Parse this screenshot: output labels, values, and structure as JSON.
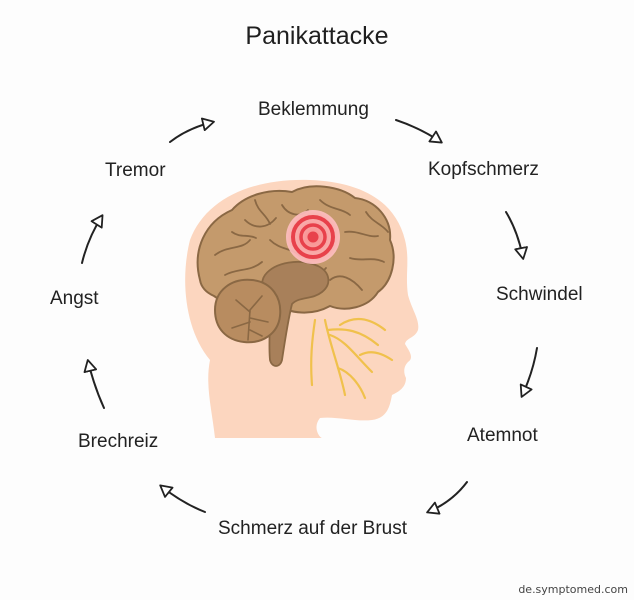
{
  "title": "Panikattacke",
  "symptoms": [
    "Beklemmung",
    "Kopfschmerz",
    "Schwindel",
    "Atemnot",
    "Schmerz auf der Brust",
    "Brechreiz",
    "Angst",
    "Tremor"
  ],
  "watermark": "de.symptomed.com",
  "colors": {
    "skin": "#fcd6bf",
    "brain": "#c49a6c",
    "brain_dark": "#8a6844",
    "pain_ring": "#e8414b",
    "nerves": "#f0c14c",
    "arrow": "#222222"
  },
  "icons": {
    "cycle_arrow": "arrow-icon",
    "pain_marker": "pain-point-icon"
  }
}
